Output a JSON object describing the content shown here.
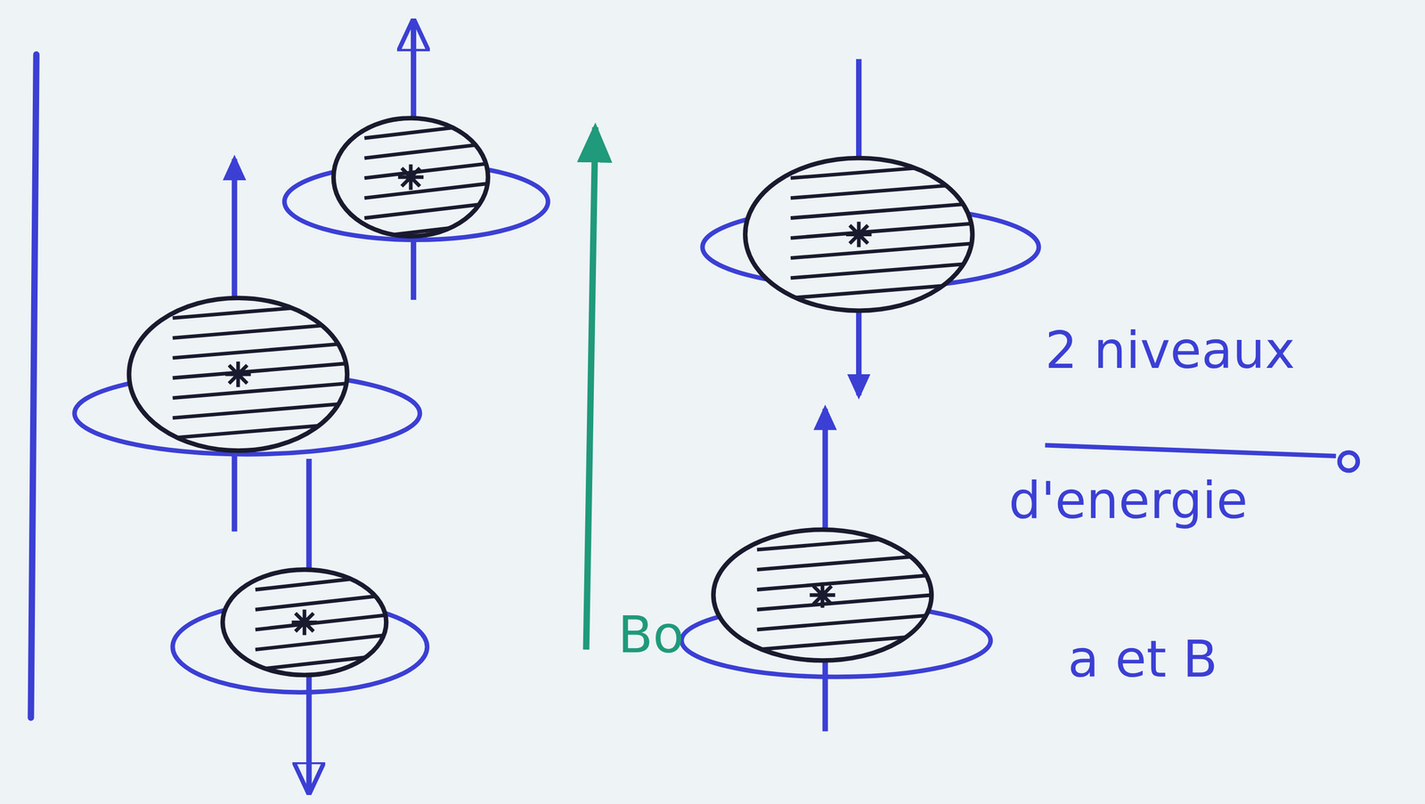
{
  "diagram": {
    "labels": [
      "Bo",
      "2 niveaux",
      "d'energie",
      "a et B"
    ]
  }
}
